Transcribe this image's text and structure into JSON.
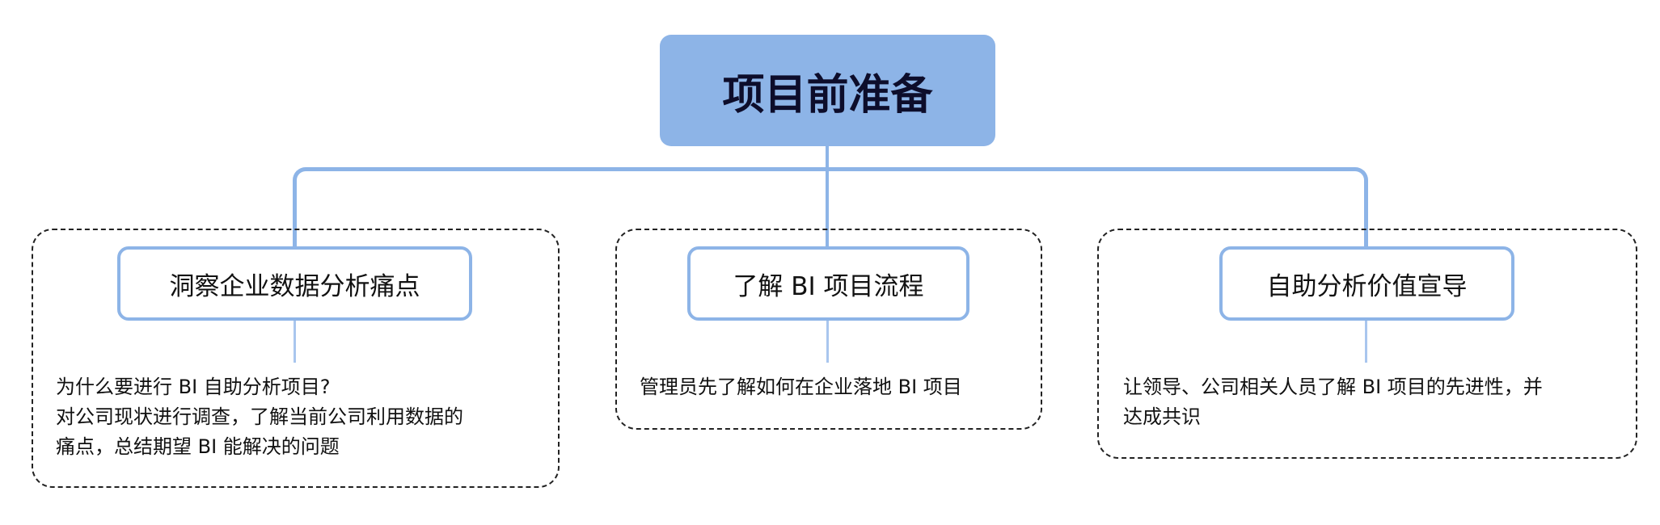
{
  "root": {
    "title": "项目前准备"
  },
  "branches": [
    {
      "title": "洞察企业数据分析痛点",
      "lines": [
        "为什么要进行 BI 自助分析项目?",
        "对公司现状进行调查，了解当前公司利用数据的",
        "痛点，总结期望 BI 能解决的问题"
      ]
    },
    {
      "title": "了解 BI 项目流程",
      "lines": [
        "管理员先了解如何在企业落地 BI 项目"
      ]
    },
    {
      "title": "自助分析价值宣导",
      "lines": [
        "让领导、公司相关人员了解 BI 项目的先进性，并",
        "达成共识"
      ]
    }
  ],
  "colors": {
    "accent": "#8db4e7"
  }
}
